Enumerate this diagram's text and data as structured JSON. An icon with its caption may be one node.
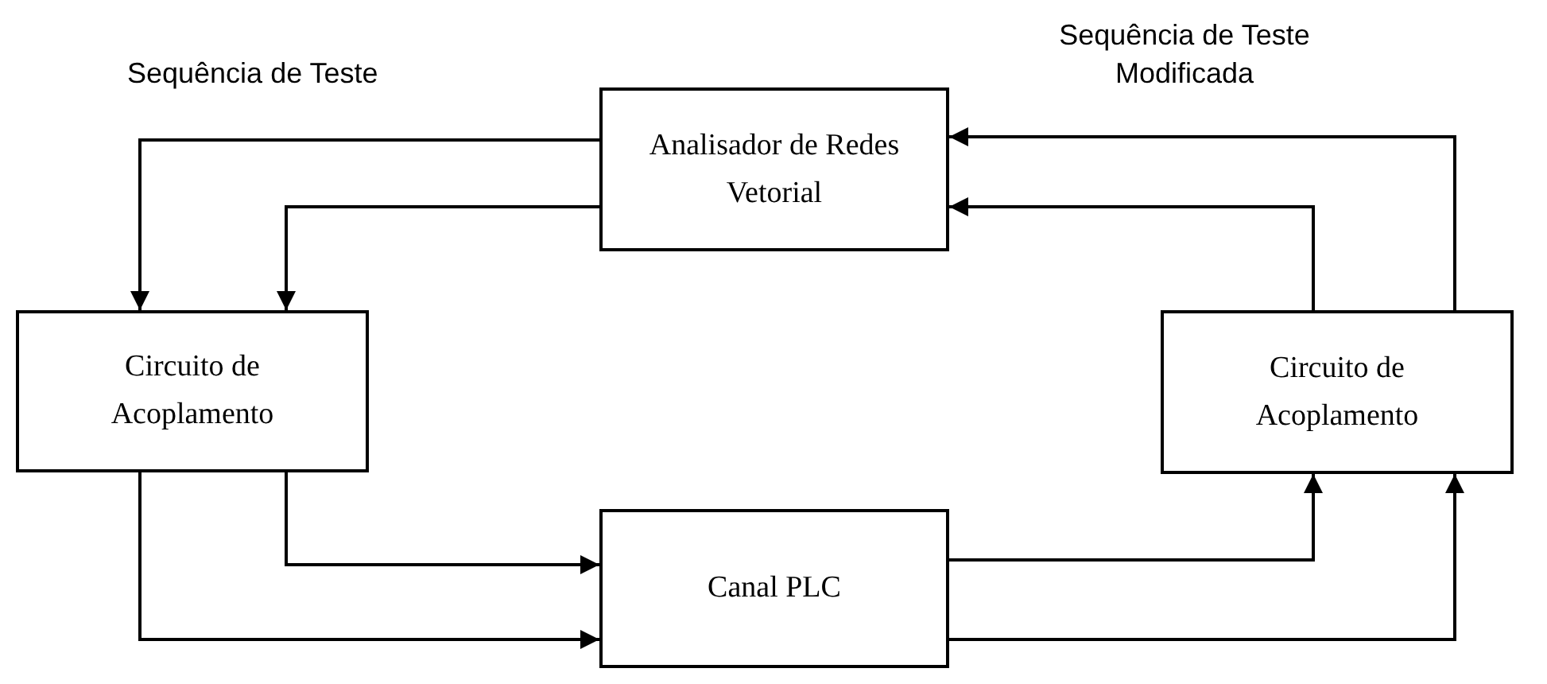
{
  "diagram": {
    "nodes": [
      {
        "text": [
          "Analisador de Redes Vetorial"
        ]
      },
      {
        "text": [
          "Circuito de Acoplamento"
        ]
      },
      {
        "text": [
          "Circuito de Acoplamento"
        ]
      },
      {
        "text": [
          "Canal PLC"
        ]
      }
    ],
    "edges": [
      {
        "from": 0,
        "to": 1,
        "arrow": "to"
      },
      {
        "from": 0,
        "to": 1,
        "arrow": "to"
      },
      {
        "from": 1,
        "to": 3,
        "arrow": "to"
      },
      {
        "from": 1,
        "to": 3,
        "arrow": "to"
      },
      {
        "from": 3,
        "to": 2,
        "arrow": "to"
      },
      {
        "from": 3,
        "to": 2,
        "arrow": "to"
      },
      {
        "from": 2,
        "to": 0,
        "arrow": "to"
      },
      {
        "from": 2,
        "to": 0,
        "arrow": "to"
      }
    ],
    "labels": [
      "Sequência de Teste",
      "Sequência de Teste Modificada"
    ]
  }
}
